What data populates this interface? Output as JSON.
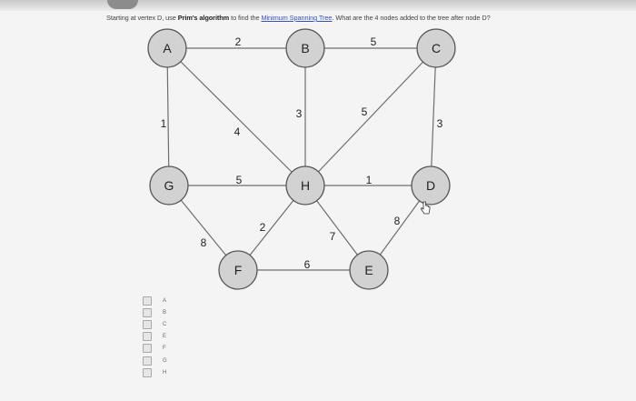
{
  "question": {
    "part1": "Starting at vertex D, use ",
    "part2": "Prim's algorithm",
    "part3": " to find the ",
    "part4": "Minimum Spanning Tree",
    "part5": ". What are the 4 nodes added to the tree after node D?"
  },
  "graph": {
    "nodes": [
      {
        "id": "A",
        "label": "A"
      },
      {
        "id": "B",
        "label": "B"
      },
      {
        "id": "C",
        "label": "C"
      },
      {
        "id": "G",
        "label": "G"
      },
      {
        "id": "H",
        "label": "H"
      },
      {
        "id": "D",
        "label": "D"
      },
      {
        "id": "F",
        "label": "F"
      },
      {
        "id": "E",
        "label": "E"
      }
    ],
    "edges": [
      {
        "from": "A",
        "to": "B",
        "weight": "2"
      },
      {
        "from": "B",
        "to": "C",
        "weight": "5"
      },
      {
        "from": "A",
        "to": "G",
        "weight": "1"
      },
      {
        "from": "A",
        "to": "H",
        "weight": "4"
      },
      {
        "from": "B",
        "to": "H",
        "weight": "3"
      },
      {
        "from": "C",
        "to": "H",
        "weight": "5"
      },
      {
        "from": "C",
        "to": "D",
        "weight": "3"
      },
      {
        "from": "G",
        "to": "H",
        "weight": "5"
      },
      {
        "from": "H",
        "to": "D",
        "weight": "1"
      },
      {
        "from": "G",
        "to": "F",
        "weight": "8"
      },
      {
        "from": "H",
        "to": "F",
        "weight": "2"
      },
      {
        "from": "H",
        "to": "E",
        "weight": "7"
      },
      {
        "from": "D",
        "to": "E",
        "weight": "8"
      },
      {
        "from": "F",
        "to": "E",
        "weight": "6"
      }
    ]
  },
  "options": [
    "A",
    "B",
    "C",
    "E",
    "F",
    "G",
    "H"
  ]
}
